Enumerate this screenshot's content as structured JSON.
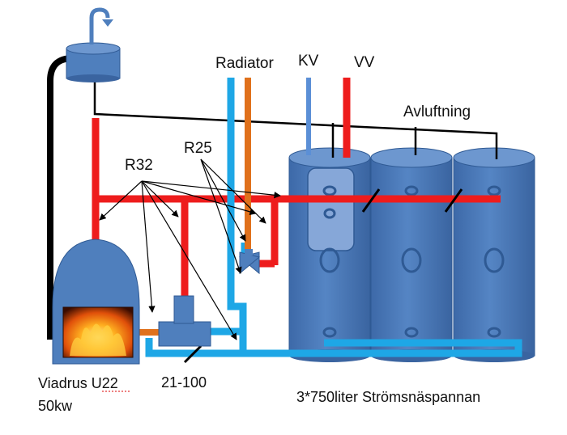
{
  "labels": {
    "radiator": "Radiator",
    "kv": "KV",
    "vv": "VV",
    "avluftning": "Avluftning",
    "r32": "R32",
    "r25": "R25",
    "boiler_line1": "Viadrus U22",
    "boiler_line2": "50kw",
    "pump_model": "21-100",
    "tanks": "3*750liter Strömsnäspannan"
  },
  "colors": {
    "hot_pipe": "#ee1c1c",
    "cold_pipe": "#1ea7e6",
    "tank_blue": "#4f7fbd",
    "tank_dark": "#3a66a3",
    "radiator_return": "#e0711c",
    "kv_pipe": "#5b8fd6",
    "vent_line": "#000000",
    "fire": "#f08018"
  },
  "icons": [
    "expansion-vessel-icon",
    "boiler-icon",
    "flame-icon",
    "three-way-valve-icon",
    "pump-icon"
  ]
}
